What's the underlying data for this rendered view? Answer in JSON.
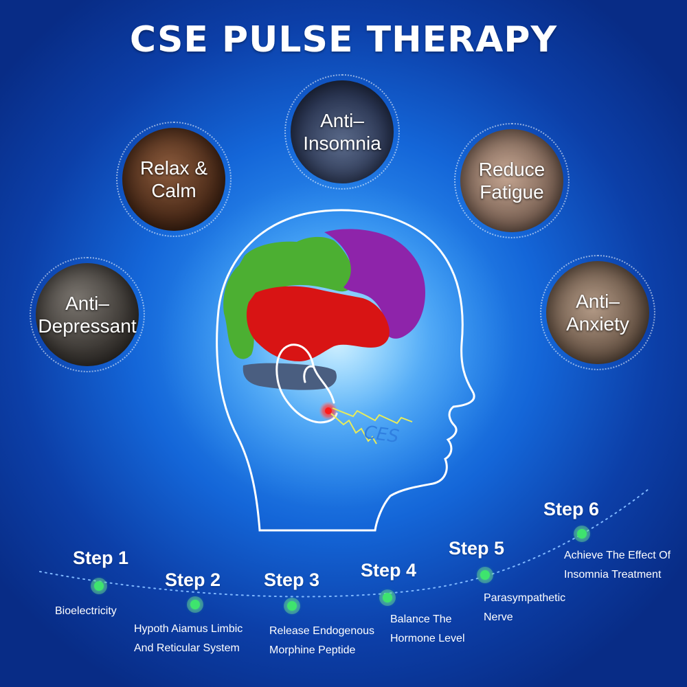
{
  "title": "CSE PULSE THERAPY",
  "benefits": [
    {
      "line1": "Anti–",
      "line2": "Depressant"
    },
    {
      "line1": "Relax &",
      "line2": "Calm"
    },
    {
      "line1": "Anti–",
      "line2": "Insomnia"
    },
    {
      "line1": "Reduce",
      "line2": "Fatigue"
    },
    {
      "line1": "Anti–",
      "line2": "Anxiety"
    }
  ],
  "head": {
    "ces_label": "CES",
    "colors": {
      "frontal": "#4caf32",
      "parietal": "#8e24aa",
      "temporal": "#d81414",
      "cerebellum": "#4a5e80",
      "outline": "#ffffff",
      "pulse": "#e8ec5a"
    }
  },
  "steps": [
    {
      "title": "Step 1",
      "line1": "Bioelectricity",
      "line2": ""
    },
    {
      "title": "Step 2",
      "line1": "Hypoth Aiamus Limbic",
      "line2": "And Reticular System"
    },
    {
      "title": "Step 3",
      "line1": "Release Endogenous",
      "line2": "Morphine Peptide"
    },
    {
      "title": "Step 4",
      "line1": "Balance The",
      "line2": "Hormone Level"
    },
    {
      "title": "Step 5",
      "line1": "Parasympathetic",
      "line2": "Nerve"
    },
    {
      "title": "Step 6",
      "line1": "Achieve The Effect Of",
      "line2": "Insomnia Treatment"
    }
  ],
  "colors": {
    "accent_dot": "#3ee46e",
    "background": "#1466d8"
  }
}
